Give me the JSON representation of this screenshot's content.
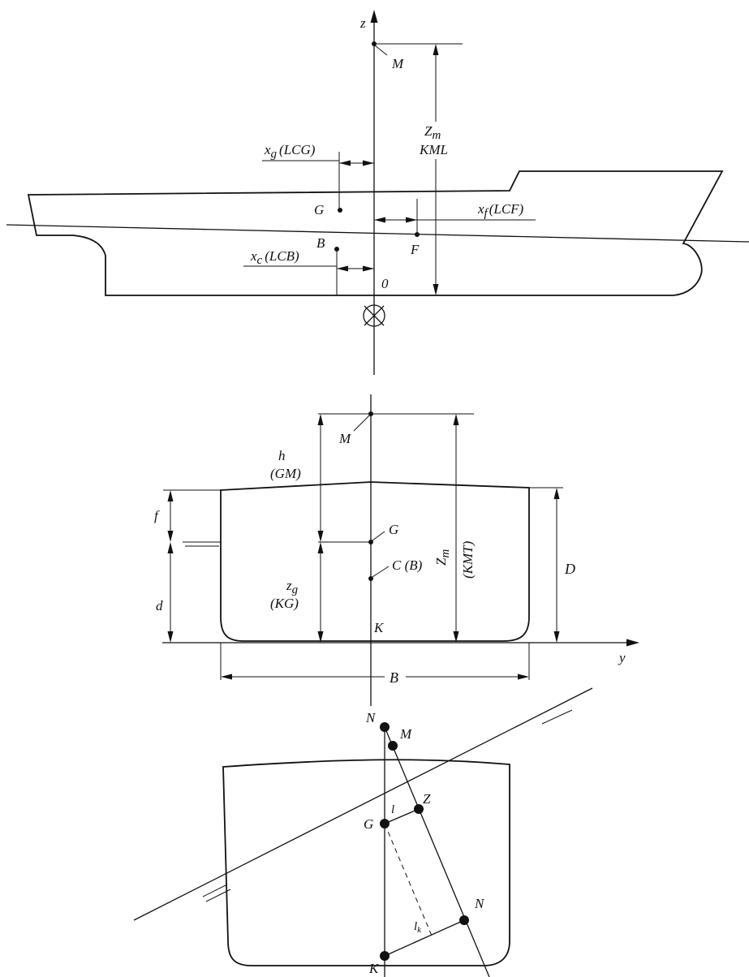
{
  "side_view": {
    "axis_z": "z",
    "point_M": "M",
    "zm_label": "Z",
    "zm_sub": "m",
    "kml": "KML",
    "xg_main": "x",
    "xg_sub": "g",
    "xg_paren": "(LCG)",
    "point_G": "G",
    "xf_main": "x",
    "xf_sub": "f",
    "xf_paren": "(LCF)",
    "point_B": "B",
    "point_F": "F",
    "xc_main": "x",
    "xc_sub": "c",
    "xc_paren": "(LCB)",
    "origin": "0"
  },
  "mid_section": {
    "point_M": "M",
    "h": "h",
    "gm": "(GM)",
    "f": "f",
    "point_G": "G",
    "point_C": "C (B)",
    "zm_rot": "Z",
    "zm_rot_sub": "m",
    "kmt": "(KMT)",
    "D": "D",
    "d": "d",
    "zg_main": "z",
    "zg_sub": "g",
    "kg": "(KG)",
    "point_K": "K",
    "axis_y": "y",
    "B": "B"
  },
  "heeled_section": {
    "point_N_top": "N",
    "point_M": "M",
    "point_Z": "Z",
    "l": "l",
    "point_G": "G",
    "point_N": "N",
    "lk_main": "l",
    "lk_sub": "k",
    "point_K": "K"
  }
}
